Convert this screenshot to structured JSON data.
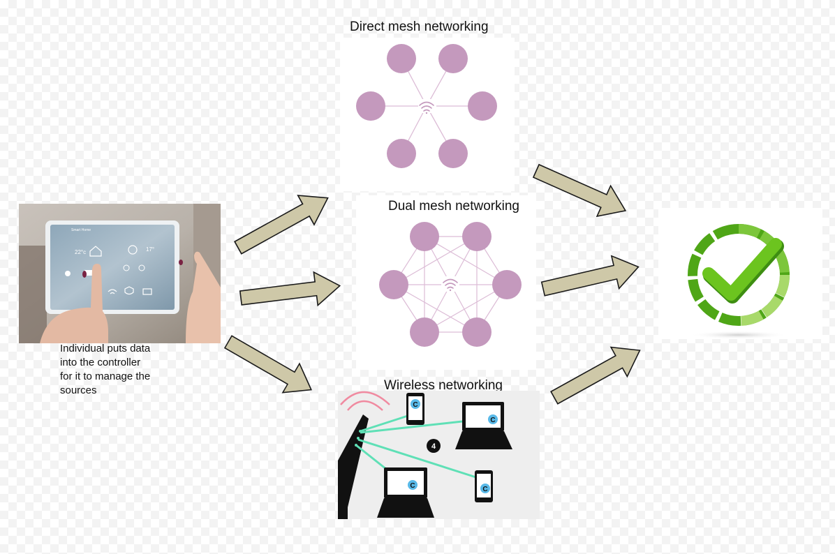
{
  "labels": {
    "direct_mesh": "Direct mesh networking",
    "dual_mesh": "Dual mesh networking",
    "wireless": "Wireless networking"
  },
  "caption": {
    "line1": "Individual puts data",
    "line2": "into the controller",
    "line3": "for it to manage the",
    "line4": "sources"
  },
  "tablet": {
    "title": "Smart Home",
    "temp_indoor": "22°c",
    "temp_outdoor": "17°"
  },
  "wireless_diagram": {
    "step_badge": "4",
    "device_letter": "C"
  },
  "icons": {
    "node": "mesh-node-icon",
    "wifi": "wifi-icon",
    "check": "check-circle-icon",
    "arrow": "flow-arrow-icon"
  },
  "colors": {
    "node": "#c499bd",
    "link": "#dcbcd6",
    "arrow_fill": "#cec8a8",
    "arrow_stroke": "#1a1a1a",
    "check_dark": "#4fa617",
    "check_light": "#a8d96a",
    "wireless_line": "#5fe0b6",
    "wireless_badge": "#59b9e8"
  }
}
